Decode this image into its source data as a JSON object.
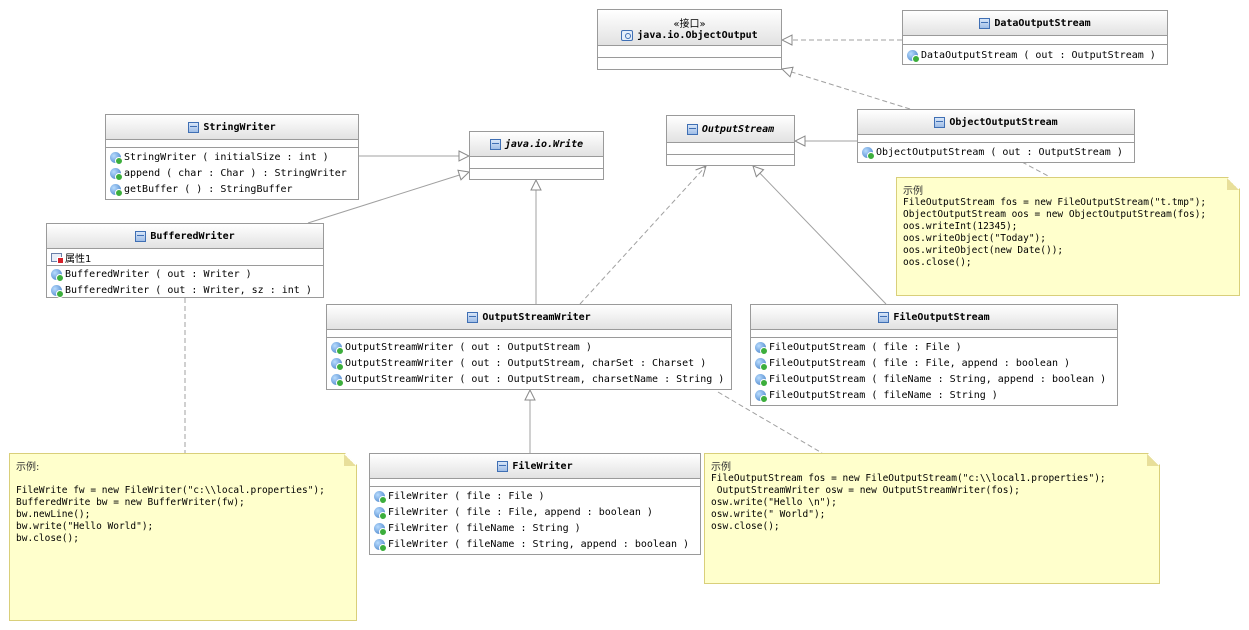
{
  "classes": {
    "object_output": {
      "stereotype": "«接口»",
      "name": "java.io.ObjectOutput"
    },
    "data_output_stream": {
      "name": "DataOutputStream",
      "ops": [
        "DataOutputStream ( out : OutputStream )"
      ]
    },
    "string_writer": {
      "name": "StringWriter",
      "ops": [
        "StringWriter ( initialSize : int )",
        "append ( char : Char ) : StringWriter",
        "getBuffer ( ) : StringBuffer"
      ]
    },
    "java_io_write": {
      "name": "java.io.Write"
    },
    "output_stream": {
      "name": "OutputStream"
    },
    "object_output_stream": {
      "name": "ObjectOutputStream",
      "ops": [
        "ObjectOutputStream ( out : OutputStream )"
      ]
    },
    "buffered_writer": {
      "name": "BufferedWriter",
      "attrs": [
        "属性1"
      ],
      "ops": [
        "BufferedWriter ( out : Writer )",
        "BufferedWriter ( out : Writer, sz : int )"
      ]
    },
    "output_stream_writer": {
      "name": "OutputStreamWriter",
      "ops": [
        "OutputStreamWriter ( out : OutputStream )",
        "OutputStreamWriter ( out : OutputStream, charSet : Charset )",
        "OutputStreamWriter ( out : OutputStream, charsetName : String )"
      ]
    },
    "file_output_stream": {
      "name": "FileOutputStream",
      "ops": [
        "FileOutputStream ( file : File )",
        "FileOutputStream ( file : File, append : boolean )",
        "FileOutputStream ( fileName : String, append : boolean )",
        "FileOutputStream ( fileName : String )"
      ]
    },
    "file_writer": {
      "name": "FileWriter",
      "ops": [
        "FileWriter ( file : File )",
        "FileWriter ( file : File, append : boolean )",
        "FileWriter ( fileName : String )",
        "FileWriter ( fileName : String, append : boolean )"
      ]
    }
  },
  "notes": {
    "object_example": {
      "title": "示例",
      "lines": [
        "FileOutputStream fos = new FileOutputStream(\"t.tmp\");",
        "ObjectOutputStream oos = new ObjectOutputStream(fos);",
        "",
        "oos.writeInt(12345);",
        "oos.writeObject(\"Today\");",
        "oos.writeObject(new Date());",
        "",
        "oos.close();"
      ]
    },
    "buffered_example": {
      "title": "示例:",
      "lines": [
        "",
        "FileWrite fw = new FileWriter(\"c:\\\\local.properties\");",
        "",
        "BufferedWrite bw = new BufferWriter(fw);",
        "",
        "bw.newLine();",
        "",
        "bw.write(\"Hello World\");",
        "bw.close();"
      ]
    },
    "writer_example": {
      "title": "示例",
      "lines": [
        "FileOutputStream fos = new FileOutputStream(\"c:\\\\local1.properties\");",
        " OutputStreamWriter osw = new OutputStreamWriter(fos);",
        "",
        "osw.write(\"Hello \\n\");",
        "osw.write(\" World\");",
        "",
        "osw.close();"
      ]
    }
  }
}
